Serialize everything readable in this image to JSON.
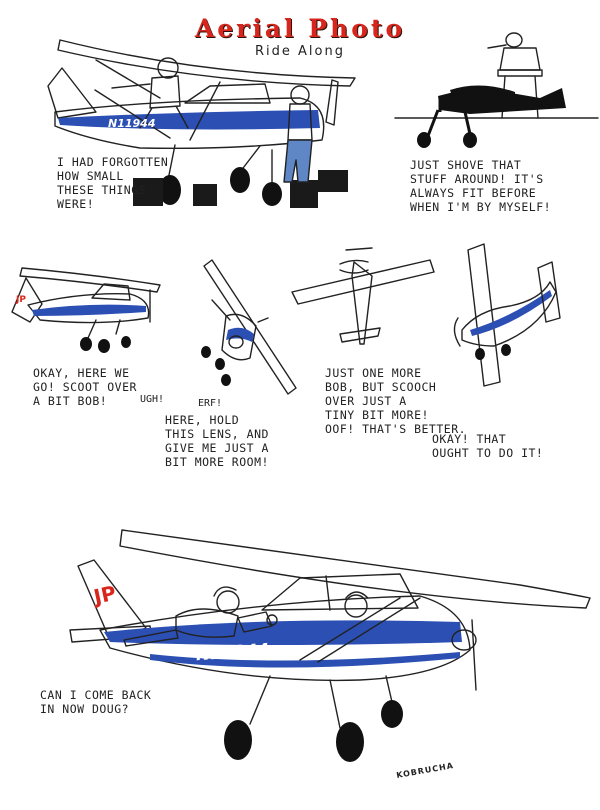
{
  "title": "Aerial Photo",
  "subtitle": "Ride Along",
  "tail_logo": "JP",
  "panels": {
    "panel_1": {
      "registration": "N11944",
      "caption": "I had forgotten\nhow small\nthese things\nwere!"
    },
    "panel_2": {
      "caption": "Just shove that\nstuff around! It's\nalways fit before\nwhen I'm by myself!"
    },
    "panel_3": {
      "caption": "Okay, here we\ngo! Scoot over\na bit Bob!",
      "sfx_1": "Ugh!",
      "sfx_2": "Erf!"
    },
    "panel_4": {
      "caption": "Here, hold\nthis lens, and\ngive me just a\nbit more room!"
    },
    "panel_5": {
      "caption": "Just one more\nBob, but scooch\nover just a\ntiny bit more!\nOof! That's better."
    },
    "panel_6": {
      "caption": "Okay! That\nought to do it!"
    },
    "panel_7": {
      "registration": "N11944",
      "caption": "Can I come back\nin now Doug?",
      "signature": "KOBRUCHA"
    }
  },
  "colors": {
    "title_red": "#d9261c",
    "stripe_blue": "#2b4fb3",
    "shirt_orange": "#ef8a35",
    "jeans_blue": "#5f86c5",
    "tire_black": "#111111"
  }
}
